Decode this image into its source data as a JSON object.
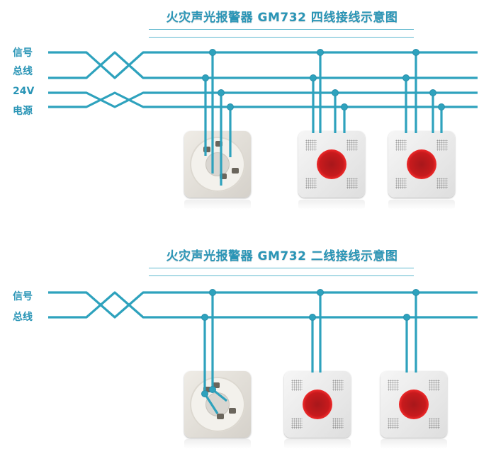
{
  "diagrams": [
    {
      "title": "火灾声光报警器 GM732 四线接线示意图",
      "labels": [
        "信号",
        "总线",
        "24V",
        "电源"
      ],
      "wire_count": 4,
      "devices": [
        {
          "type": "mounting-base"
        },
        {
          "type": "alarm"
        },
        {
          "type": "alarm"
        }
      ]
    },
    {
      "title": "火灾声光报警器 GM732 二线接线示意图",
      "labels": [
        "信号",
        "总线"
      ],
      "wire_count": 2,
      "devices": [
        {
          "type": "mounting-base"
        },
        {
          "type": "alarm"
        },
        {
          "type": "alarm"
        }
      ]
    }
  ],
  "colors": {
    "wire": "#2ea2bd",
    "node": "#2a8fab",
    "title": "#2a95b6"
  }
}
